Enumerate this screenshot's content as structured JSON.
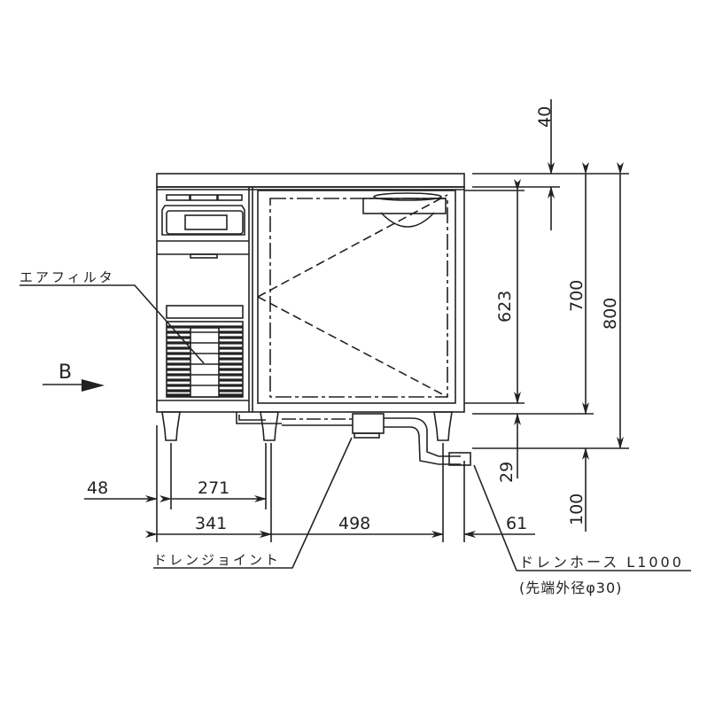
{
  "diagram": {
    "type": "technical-drawing",
    "subject": "undercounter refrigerator side/front elevation",
    "view_marker": {
      "label": "B"
    },
    "labels": {
      "air_filter": "エアフィルタ",
      "drain_joint": "ドレンジョイント",
      "drain_hose": "ドレンホース L1000",
      "drain_hose_note": "(先端外径φ30)"
    },
    "dimensions": {
      "horizontal": {
        "d48": "48",
        "d271": "271",
        "d341": "341",
        "d498": "498",
        "d61": "61"
      },
      "vertical": {
        "d40": "40",
        "d623": "623",
        "d700": "700",
        "d800": "800",
        "d29": "29",
        "d100": "100"
      }
    },
    "colors": {
      "line": "#222222",
      "background": "#ffffff"
    }
  }
}
